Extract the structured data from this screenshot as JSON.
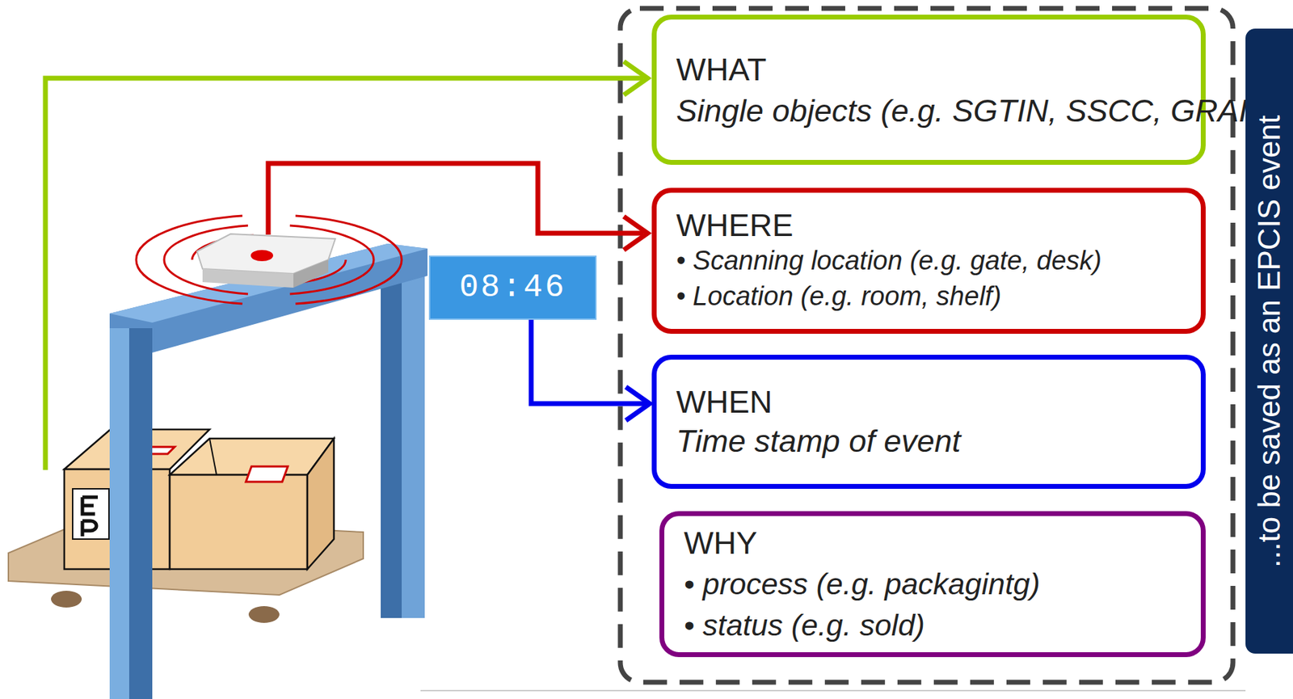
{
  "diagram": {
    "nodes": [
      {
        "text": [
          "WHAT",
          "Single objects (e.g. SGTIN, SSCC, GRAI...)"
        ]
      },
      {
        "text": [
          "WHERE",
          "• Scanning location (e.g. gate, desk)",
          "• Location (e.g. room, shelf)"
        ]
      },
      {
        "text": [
          "08:46"
        ]
      },
      {
        "text": [
          "WHEN",
          "Time stamp of event"
        ]
      },
      {
        "text": [
          "WHY",
          "• process (e.g. packagintg)",
          "• status (e.g. sold)"
        ]
      },
      {
        "text": [
          "...to be saved as an EPCIS event"
        ]
      }
    ],
    "edges": [
      {
        "from": 2,
        "to": 3,
        "arrow": "to"
      }
    ]
  }
}
